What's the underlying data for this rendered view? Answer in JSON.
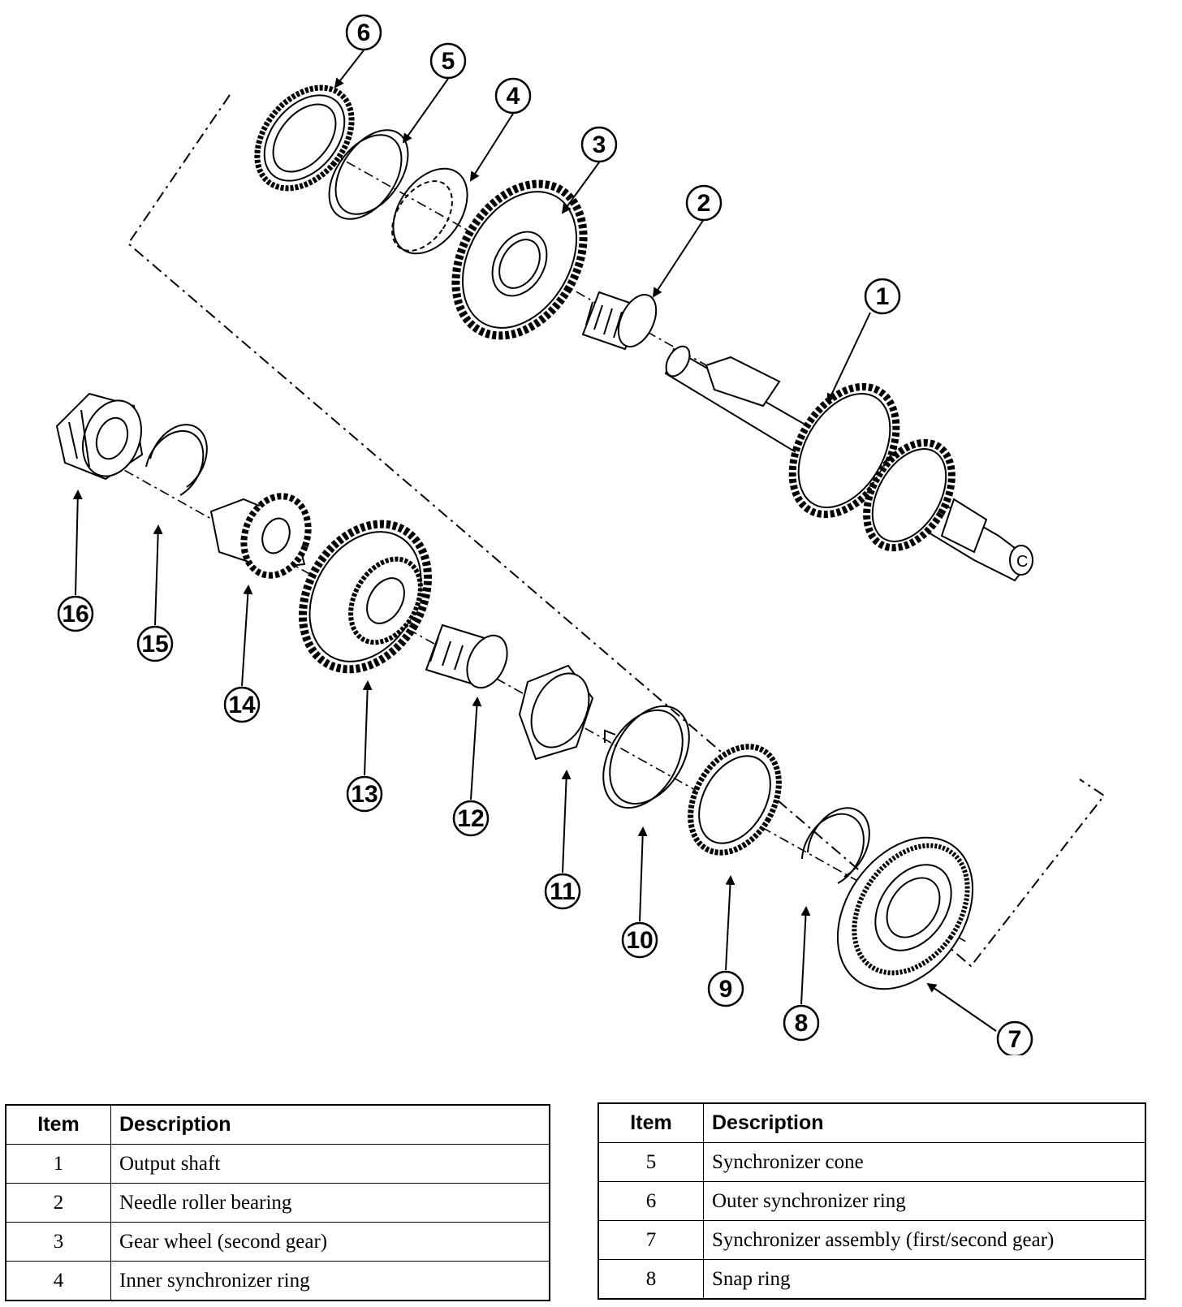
{
  "callouts": [
    "1",
    "2",
    "3",
    "4",
    "5",
    "6",
    "7",
    "8",
    "9",
    "10",
    "11",
    "12",
    "13",
    "14",
    "15",
    "16"
  ],
  "legend_left": {
    "header_item": "Item",
    "header_description": "Description",
    "rows": [
      {
        "item": "1",
        "description": "Output shaft"
      },
      {
        "item": "2",
        "description": "Needle roller bearing"
      },
      {
        "item": "3",
        "description": "Gear wheel (second gear)"
      },
      {
        "item": "4",
        "description": "Inner synchronizer ring"
      }
    ]
  },
  "legend_right": {
    "header_item": "Item",
    "header_description": "Description",
    "rows": [
      {
        "item": "5",
        "description": "Synchronizer cone"
      },
      {
        "item": "6",
        "description": "Outer synchronizer ring"
      },
      {
        "item": "7",
        "description": "Synchronizer assembly (first/second gear)"
      },
      {
        "item": "8",
        "description": "Snap ring"
      }
    ]
  },
  "shaft_end_letter": "C"
}
